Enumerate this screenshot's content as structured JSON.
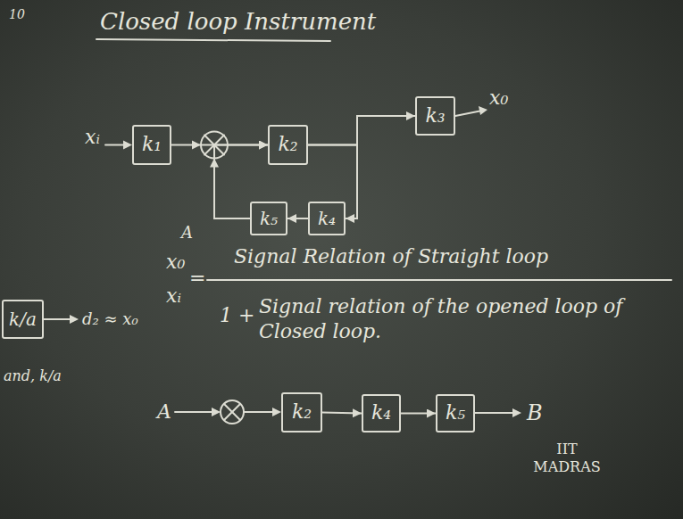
{
  "diagram": {
    "title": "Closed loop Instrument",
    "nodes": [
      {
        "text": [
          "k₁"
        ]
      },
      {
        "text": [
          "k₂"
        ]
      },
      {
        "text": [
          "k₃"
        ]
      },
      {
        "text": [
          "k₅"
        ]
      },
      {
        "text": [
          "k₄"
        ]
      },
      {
        "text": [
          "k/a"
        ]
      },
      {
        "text": [
          "k₂"
        ]
      },
      {
        "text": [
          "k₄"
        ]
      },
      {
        "text": [
          "k₅"
        ]
      }
    ],
    "edges": [
      {
        "from": 0,
        "to": 1,
        "arrow": "to"
      },
      {
        "from": 3,
        "to": 1,
        "arrow": "to"
      },
      {
        "from": 1,
        "to": 2,
        "arrow": "to"
      },
      {
        "from": 1,
        "to": 4,
        "arrow": "to"
      },
      {
        "from": 4,
        "to": 3,
        "arrow": "to"
      },
      {
        "from": 6,
        "to": 7,
        "arrow": "to"
      },
      {
        "from": 7,
        "to": 8,
        "arrow": "to"
      }
    ],
    "labels": [
      "10",
      "xᵢ",
      "x₀",
      "A",
      "x₀",
      "xᵢ",
      "=",
      "Signal Relation of Straight loop",
      "1 +",
      "Signal relation of the opened loop of Closed loop.",
      "d₂ ≈ x₀",
      "and, k/a",
      "A",
      "B",
      "IIT MADRAS"
    ]
  }
}
